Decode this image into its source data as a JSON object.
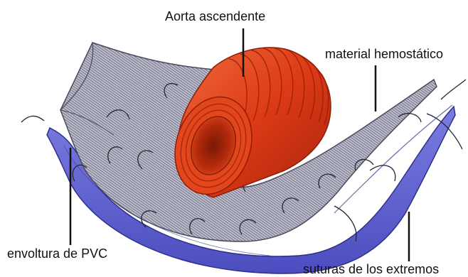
{
  "labels": {
    "aorta": "Aorta ascendente",
    "hemostatic": "material hemostático",
    "pvc": "envoltura de PVC",
    "sutures": "suturas de los extremos"
  },
  "colors": {
    "aorta": "#e0401c",
    "aorta_dark": "#8f1d08",
    "hemostatic": "#c9c9d6",
    "hemostatic_dark": "#5e5e70",
    "pvc": "#6e6fd8",
    "pvc_dark": "#2d2f8a",
    "suture": "#1f2a30"
  },
  "icons": [
    "aorta-tube",
    "hemostatic-sheet",
    "pvc-sleeve",
    "suture-threads"
  ]
}
